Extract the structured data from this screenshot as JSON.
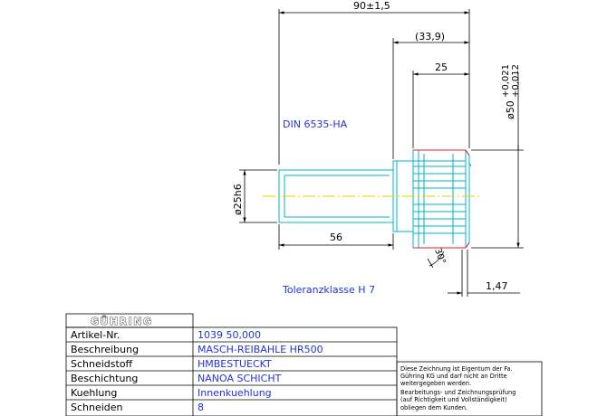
{
  "dimensions": {
    "overall_length": "90±1,5",
    "head_length_ref": "(33,9)",
    "cutting_length": "25",
    "diameter_prefix": "ø50",
    "diameter_tol_upper": "+0,021",
    "diameter_tol_lower": "+0,012",
    "shank_diameter": "ø25h6",
    "shank_length": "56",
    "chamfer_angle": "30°",
    "chamfer_length": "1,47"
  },
  "notes": {
    "standard": "DIN 6535-HA",
    "tolerance_class": "Toleranzklasse H 7"
  },
  "title_block": {
    "logo": "GÜHRING",
    "rows": [
      {
        "label": "Artikel-Nr.",
        "value": "1039 50,000"
      },
      {
        "label": "Beschreibung",
        "value": "MASCH-REIBAHLE HR500"
      },
      {
        "label": "Schneidstoff",
        "value": "HMBESTUECKT"
      },
      {
        "label": "Beschichtung",
        "value": "NANOA SCHICHT"
      },
      {
        "label": "Kuehlung",
        "value": "Innenkuehlung"
      },
      {
        "label": "Schneiden",
        "value": "8"
      }
    ],
    "disclaimer": [
      "Diese Zeichnung ist Eigentum der Fa.",
      "Gühring KG und darf nicht an Dritte",
      "weitergegeben werden.",
      "Bearbeitungs- und Zeichnungsprüfung",
      "(auf Richtigkeit und Vollständigkeit)",
      "obliegen dem Kunden."
    ]
  },
  "colors": {
    "outline": "#00b4c8",
    "dimension": "#000000",
    "centerline": "#e8d000",
    "cutting_edge": "#e0202a",
    "note": "#2233dd"
  }
}
